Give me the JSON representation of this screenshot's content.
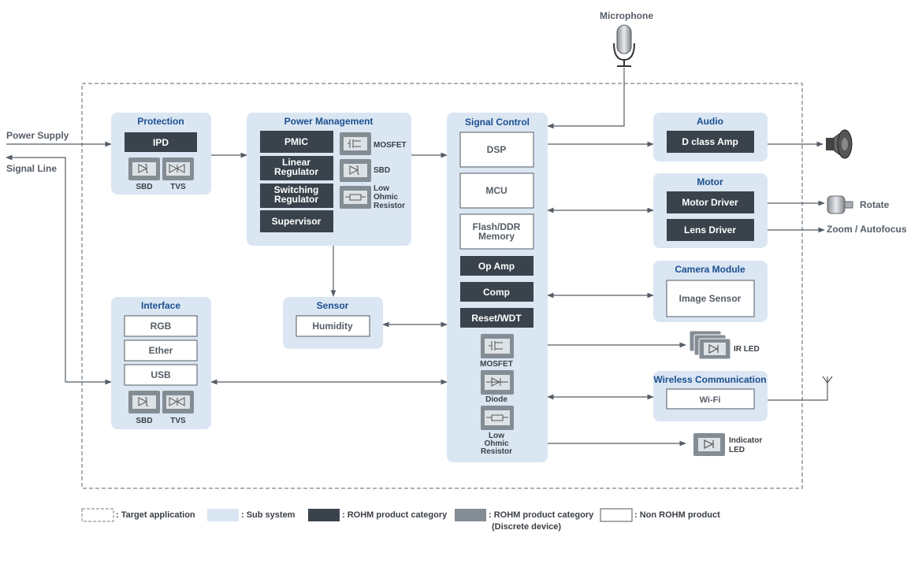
{
  "external": {
    "microphone": "Microphone",
    "power_supply": "Power Supply",
    "signal_line": "Signal  Line",
    "rotate": "Rotate",
    "zoom": "Zoom / Autofocus",
    "ir_led": "IR LED",
    "indicator_led": [
      "Indicator",
      "LED"
    ]
  },
  "subsystems": {
    "protection": {
      "title": "Protection",
      "ipd": "IPD",
      "sbd": "SBD",
      "tvs": "TVS"
    },
    "power_management": {
      "title": "Power Management",
      "pmic": "PMIC",
      "linear_regulator": [
        "Linear",
        "Regulator"
      ],
      "switching_regulator": [
        "Switching",
        "Regulator"
      ],
      "supervisor": "Supervisor",
      "mosfet": "MOSFET",
      "sbd": "SBD",
      "low_ohmic_resistor": [
        "Low",
        "Ohmic",
        "Resistor"
      ]
    },
    "signal_control": {
      "title": "Signal Control",
      "dsp": "DSP",
      "mcu": "MCU",
      "flash": [
        "Flash/DDR",
        "Memory"
      ],
      "op_amp": "Op Amp",
      "comp": "Comp",
      "reset": "Reset/WDT",
      "mosfet": "MOSFET",
      "diode": "Diode",
      "low_ohmic_resistor": [
        "Low",
        "Ohmic",
        "Resistor"
      ]
    },
    "audio": {
      "title": "Audio",
      "amp": "D class Amp"
    },
    "motor": {
      "title": "Motor",
      "motor_driver": "Motor Driver",
      "lens_driver": "Lens Driver"
    },
    "camera": {
      "title": "Camera Module",
      "image_sensor": "Image Sensor"
    },
    "sensor": {
      "title": "Sensor",
      "humidity": "Humidity"
    },
    "interface": {
      "title": "Interface",
      "rgb": "RGB",
      "ether": "Ether",
      "usb": "USB",
      "sbd": "SBD",
      "tvs": "TVS"
    },
    "wireless": {
      "title": "Wireless Communication",
      "wifi": "Wi-Fi"
    }
  },
  "legend": {
    "target": ": Target application",
    "sub": ": Sub system",
    "rohm": ": ROHM product category",
    "discrete": [
      ": ROHM product category",
      "(Discrete device)"
    ],
    "non_rohm": ": Non ROHM product"
  },
  "colors": {
    "subsystem": "#dbe6f3",
    "rohm_product": "#3a434c",
    "discrete": "#848c94",
    "title": "#1a4f8f"
  }
}
